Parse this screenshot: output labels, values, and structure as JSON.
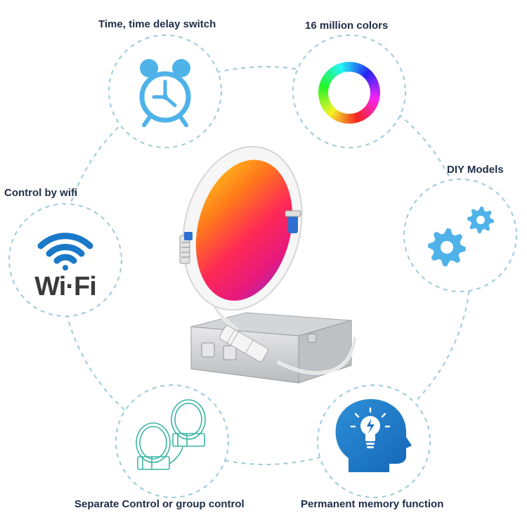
{
  "features": {
    "timer": {
      "label": "Time, time delay switch",
      "icon": "alarm-clock-icon"
    },
    "colors": {
      "label": "16 million colors",
      "icon": "rgb-ring-icon"
    },
    "diy": {
      "label": "DIY Models",
      "icon": "gears-icon"
    },
    "wifi": {
      "label": "Control by wifi",
      "icon": "wifi-icon",
      "logo_text": "Wi·Fi"
    },
    "group": {
      "label": "Separate Control or group control",
      "icon": "downlights-icon"
    },
    "memory": {
      "label": "Permanent memory function",
      "icon": "head-bulb-icon"
    }
  },
  "colors": {
    "accent": "#3aa5df",
    "dash": "#9ccbd8",
    "label_text": "#1f2d46"
  }
}
